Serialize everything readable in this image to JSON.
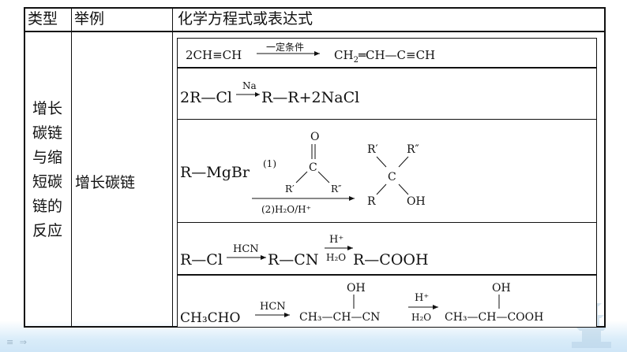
{
  "header": {
    "col_type": "类型",
    "col_example": "举例",
    "col_equation": "化学方程式或表达式"
  },
  "category": {
    "chars": [
      "增长",
      "碳链",
      "与缩",
      "短碳",
      "链的",
      "反应"
    ]
  },
  "example_label": "增长碳链",
  "reactions": {
    "r1": {
      "reactant": "2CH≡CH",
      "condition": "一定条件",
      "product_parts": [
        "CH",
        "2",
        "═CH—C≡CH"
      ]
    },
    "r2": {
      "reactant": "2R—Cl",
      "condition": "Na",
      "product": "R—R+2NaCl"
    },
    "r3": {
      "reactant": "R—MgBr",
      "step1": "(1)",
      "carbonyl_o": "O",
      "carbonyl_c": "C",
      "r1": "R′",
      "r2": "R″",
      "step2": "(2)H₂O/H⁺",
      "prod_r1": "R′",
      "prod_r2": "R″",
      "prod_c": "C",
      "prod_r": "R",
      "prod_oh": "OH"
    },
    "r4": {
      "reactant": "R—Cl",
      "cond1": "HCN",
      "mid": "R—CN",
      "cond2_top": "H⁺",
      "cond2_bottom": "H₂O",
      "product": "R—COOH"
    },
    "r5": {
      "reactant": "CH₃CHO",
      "cond1": "HCN",
      "mid_oh": "OH",
      "mid": "CH₃—CH—CN",
      "cond2_top": "H⁺",
      "cond2_bottom": "H₂O",
      "prod_oh": "OH",
      "product": "CH₃—CH—COOH"
    }
  },
  "nav": "≡ ⇒"
}
